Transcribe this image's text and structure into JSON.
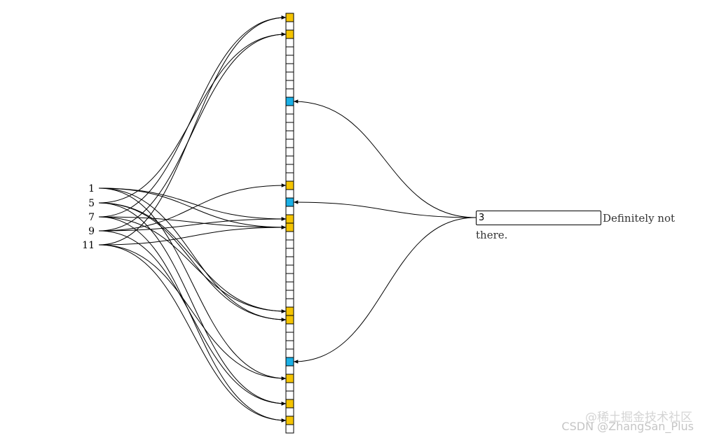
{
  "inserted_numbers": [
    "1",
    "5",
    "7",
    "9",
    "11"
  ],
  "bit_array": {
    "size": 50,
    "set_bits": [
      0,
      2,
      20,
      24,
      25,
      35,
      36,
      43,
      46,
      48
    ],
    "query_bits": [
      10,
      22,
      41
    ],
    "colors": {
      "set": "#f5c400",
      "query": "#1ab0e6",
      "empty": "#ffffff"
    }
  },
  "edges": [
    [
      0,
      24
    ],
    [
      0,
      25
    ],
    [
      0,
      43
    ],
    [
      0,
      36
    ],
    [
      1,
      2
    ],
    [
      1,
      35
    ],
    [
      1,
      46
    ],
    [
      1,
      36
    ],
    [
      2,
      0
    ],
    [
      2,
      25
    ],
    [
      2,
      35
    ],
    [
      2,
      48
    ],
    [
      3,
      2
    ],
    [
      3,
      20
    ],
    [
      3,
      24
    ],
    [
      3,
      46
    ],
    [
      4,
      0
    ],
    [
      4,
      25
    ],
    [
      4,
      43
    ],
    [
      4,
      48
    ]
  ],
  "query": {
    "value": "3",
    "result": "Definitely not there."
  },
  "watermark": {
    "line1": "@稀土掘金技术社区",
    "line2": "CSDN @ZhangSan_Plus"
  }
}
